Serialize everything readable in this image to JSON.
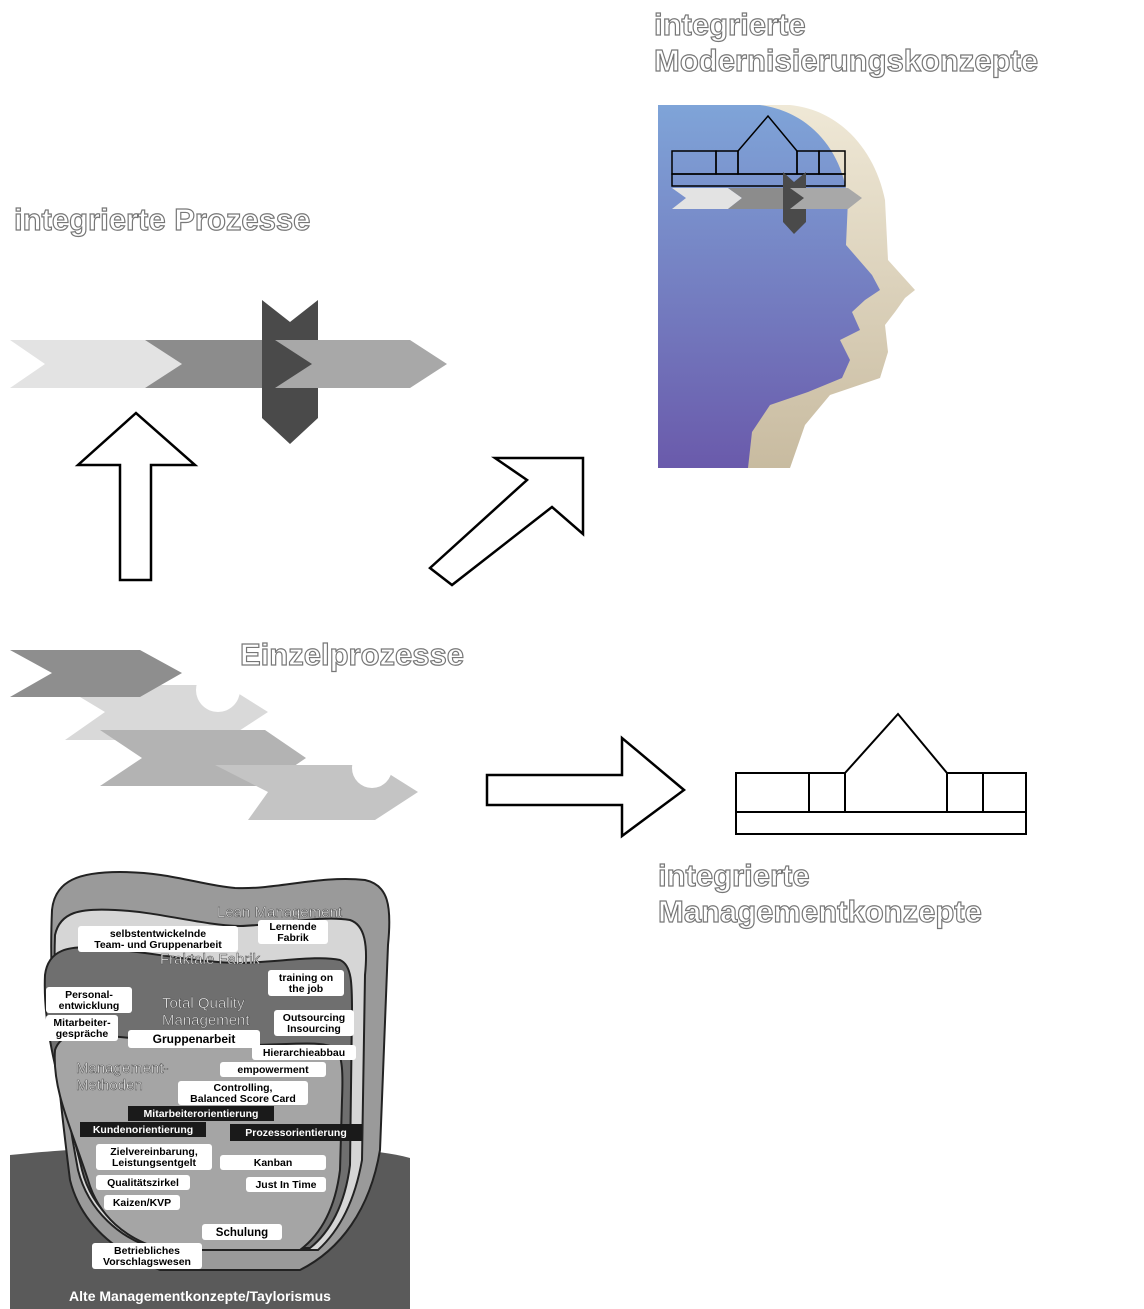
{
  "titles": {
    "integrated_processes": "integrierte Prozesse",
    "individual_processes": "Einzelprozesse",
    "modernization_line1": "integrierte",
    "modernization_line2": "Modernisierungskonzepte",
    "management_line1": "integrierte",
    "management_line2": "Managementkonzepte"
  },
  "tooth": {
    "layers": {
      "lean": "Lean Management",
      "fraktal": "Fraktale Fabrik",
      "tqm_1": "Total Quality",
      "tqm_2": "Management",
      "methods_1": "Management-",
      "methods_2": "Methoden",
      "base": "Alte Managementkonzepte/Taylorismus"
    },
    "labels": {
      "selbst_1": "selbstentwickelnde",
      "selbst_2": "Team- und Gruppenarbeit",
      "lernende_1": "Lernende",
      "lernende_2": "Fabrik",
      "training_1": "training on",
      "training_2": "the job",
      "personal_1": "Personal-",
      "personal_2": "entwicklung",
      "mitarbeiter_1": "Mitarbeiter-",
      "mitarbeiter_2": "gespräche",
      "outsourcing_1": "Outsourcing",
      "outsourcing_2": "Insourcing",
      "gruppenarbeit": "Gruppenarbeit",
      "hierarchie": "Hierarchieabbau",
      "empowerment": "empowerment",
      "controlling_1": "Controlling,",
      "controlling_2": "Balanced Score Card",
      "mitarbeiterorientierung": "Mitarbeiterorientierung",
      "kundenorientierung": "Kundenorientierung",
      "prozessorientierung": "Prozessorientierung",
      "ziel_1": "Zielvereinbarung,",
      "ziel_2": "Leistungsentgelt",
      "kanban": "Kanban",
      "qualitaet": "Qualitätszirkel",
      "jit": "Just In Time",
      "kaizen": "Kaizen/KVP",
      "schulung": "Schulung",
      "betrieb_1": "Betriebliches",
      "betrieb_2": "Vorschlagswesen"
    }
  },
  "colors": {
    "chevron_light": "#e3e3e3",
    "chevron_mid": "#8c8c8c",
    "chevron_dark_arrow": "#4a4a4a",
    "head_blue_top": "#7fa2d6",
    "head_blue_bottom": "#6a5fae",
    "head_shadow": "#d8cdb5",
    "tooth_base": "#5a5a5a"
  }
}
